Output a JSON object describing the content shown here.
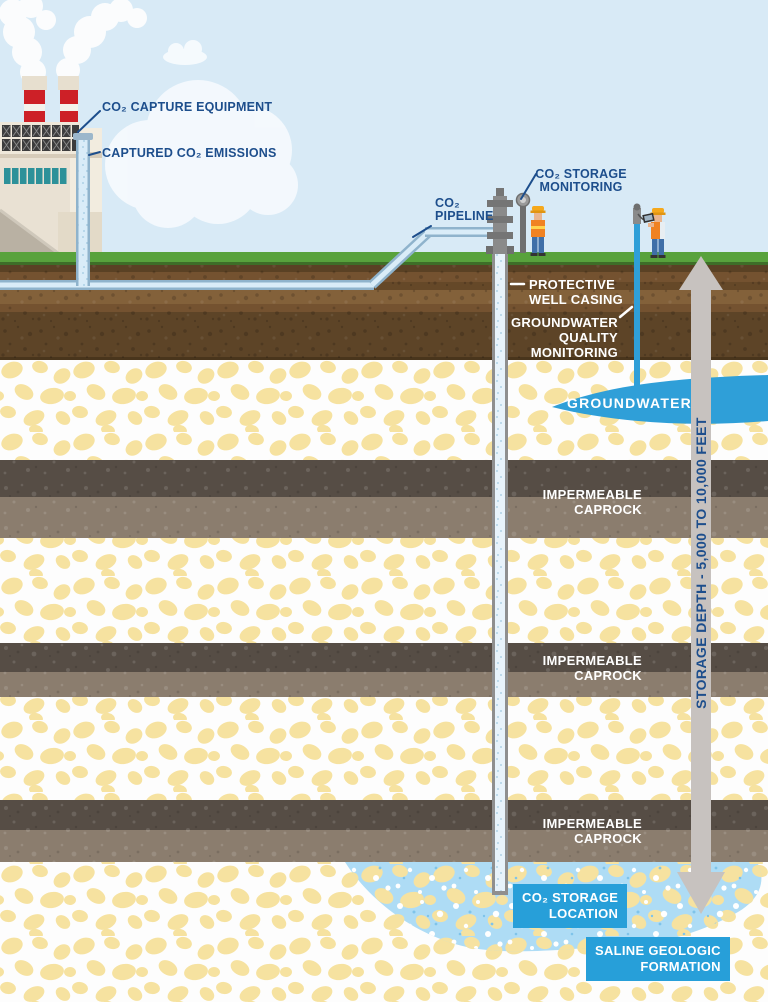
{
  "annotations": {
    "capture_equipment": "CO₂ CAPTURE EQUIPMENT",
    "captured_emissions": "CAPTURED CO₂ EMISSIONS",
    "pipeline": {
      "line1": "CO₂",
      "line2": "PIPELINE"
    },
    "storage_monitoring": {
      "line1": "CO₂ STORAGE",
      "line2": "MONITORING"
    },
    "protective_casing": {
      "line1": "PROTECTIVE",
      "line2": "WELL CASING"
    },
    "groundwater_quality": {
      "line1": "GROUNDWATER",
      "line2": "QUALITY",
      "line3": "MONITORING"
    },
    "groundwater": "GROUNDWATER",
    "caprock": {
      "line1": "IMPERMEABLE",
      "line2": "CAPROCK"
    },
    "storage_depth": "STORAGE DEPTH - 5,000 TO 10,000 FEET",
    "storage_location": {
      "line1": "CO₂ STORAGE",
      "line2": "LOCATION"
    },
    "saline_formation": {
      "line1": "SALINE GEOLOGIC",
      "line2": "FORMATION"
    }
  },
  "colors": {
    "label_navy": "#1d4e8c",
    "badge_blue": "#279fd9",
    "water_blue": "#2f9fd8",
    "arrow_gray": "#c7c2bf",
    "sky": "#d8eaf6",
    "grass": "#58a23c",
    "sand_bean": "#f6e2a0",
    "caprock_dark": "#564d45",
    "caprock_light": "#8b7d6e",
    "saline_bg": "#aedcf5",
    "pipe_fill": "#d9ecf8",
    "pipe_edge": "#8fb3cc",
    "smokestack_red": "#cd2027"
  }
}
